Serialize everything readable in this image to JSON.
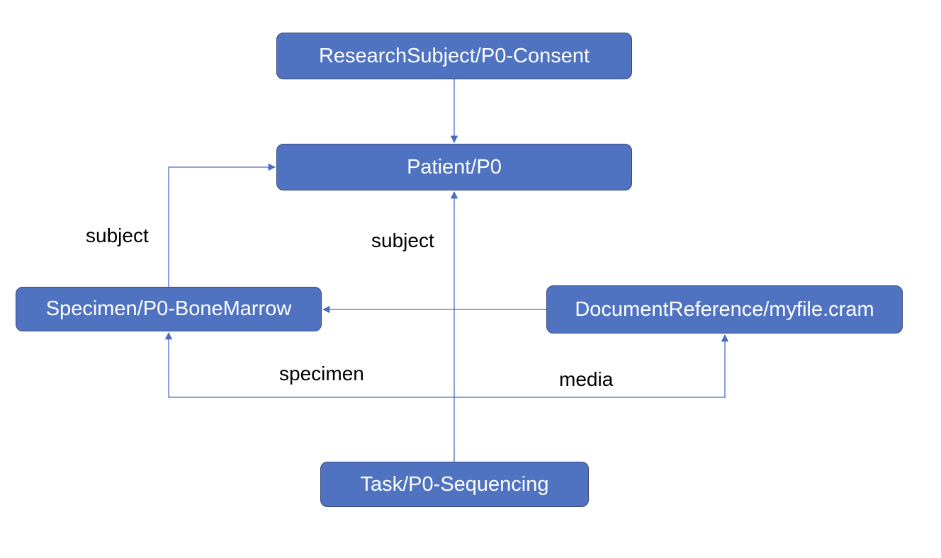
{
  "nodes": {
    "research_subject": "ResearchSubject/P0-Consent",
    "patient": "Patient/P0",
    "specimen": "Specimen/P0-BoneMarrow",
    "document_reference": "DocumentReference/myfile.cram",
    "task": "Task/P0-Sequencing"
  },
  "edge_labels": {
    "specimen_subject": "subject",
    "task_subject": "subject",
    "task_specimen": "specimen",
    "task_media": "media"
  },
  "colors": {
    "node_fill": "#4f72c1",
    "node_border": "#3a4a7a",
    "edge": "#4a6cbf",
    "node_text": "#ffffff",
    "label_text": "#000000"
  }
}
